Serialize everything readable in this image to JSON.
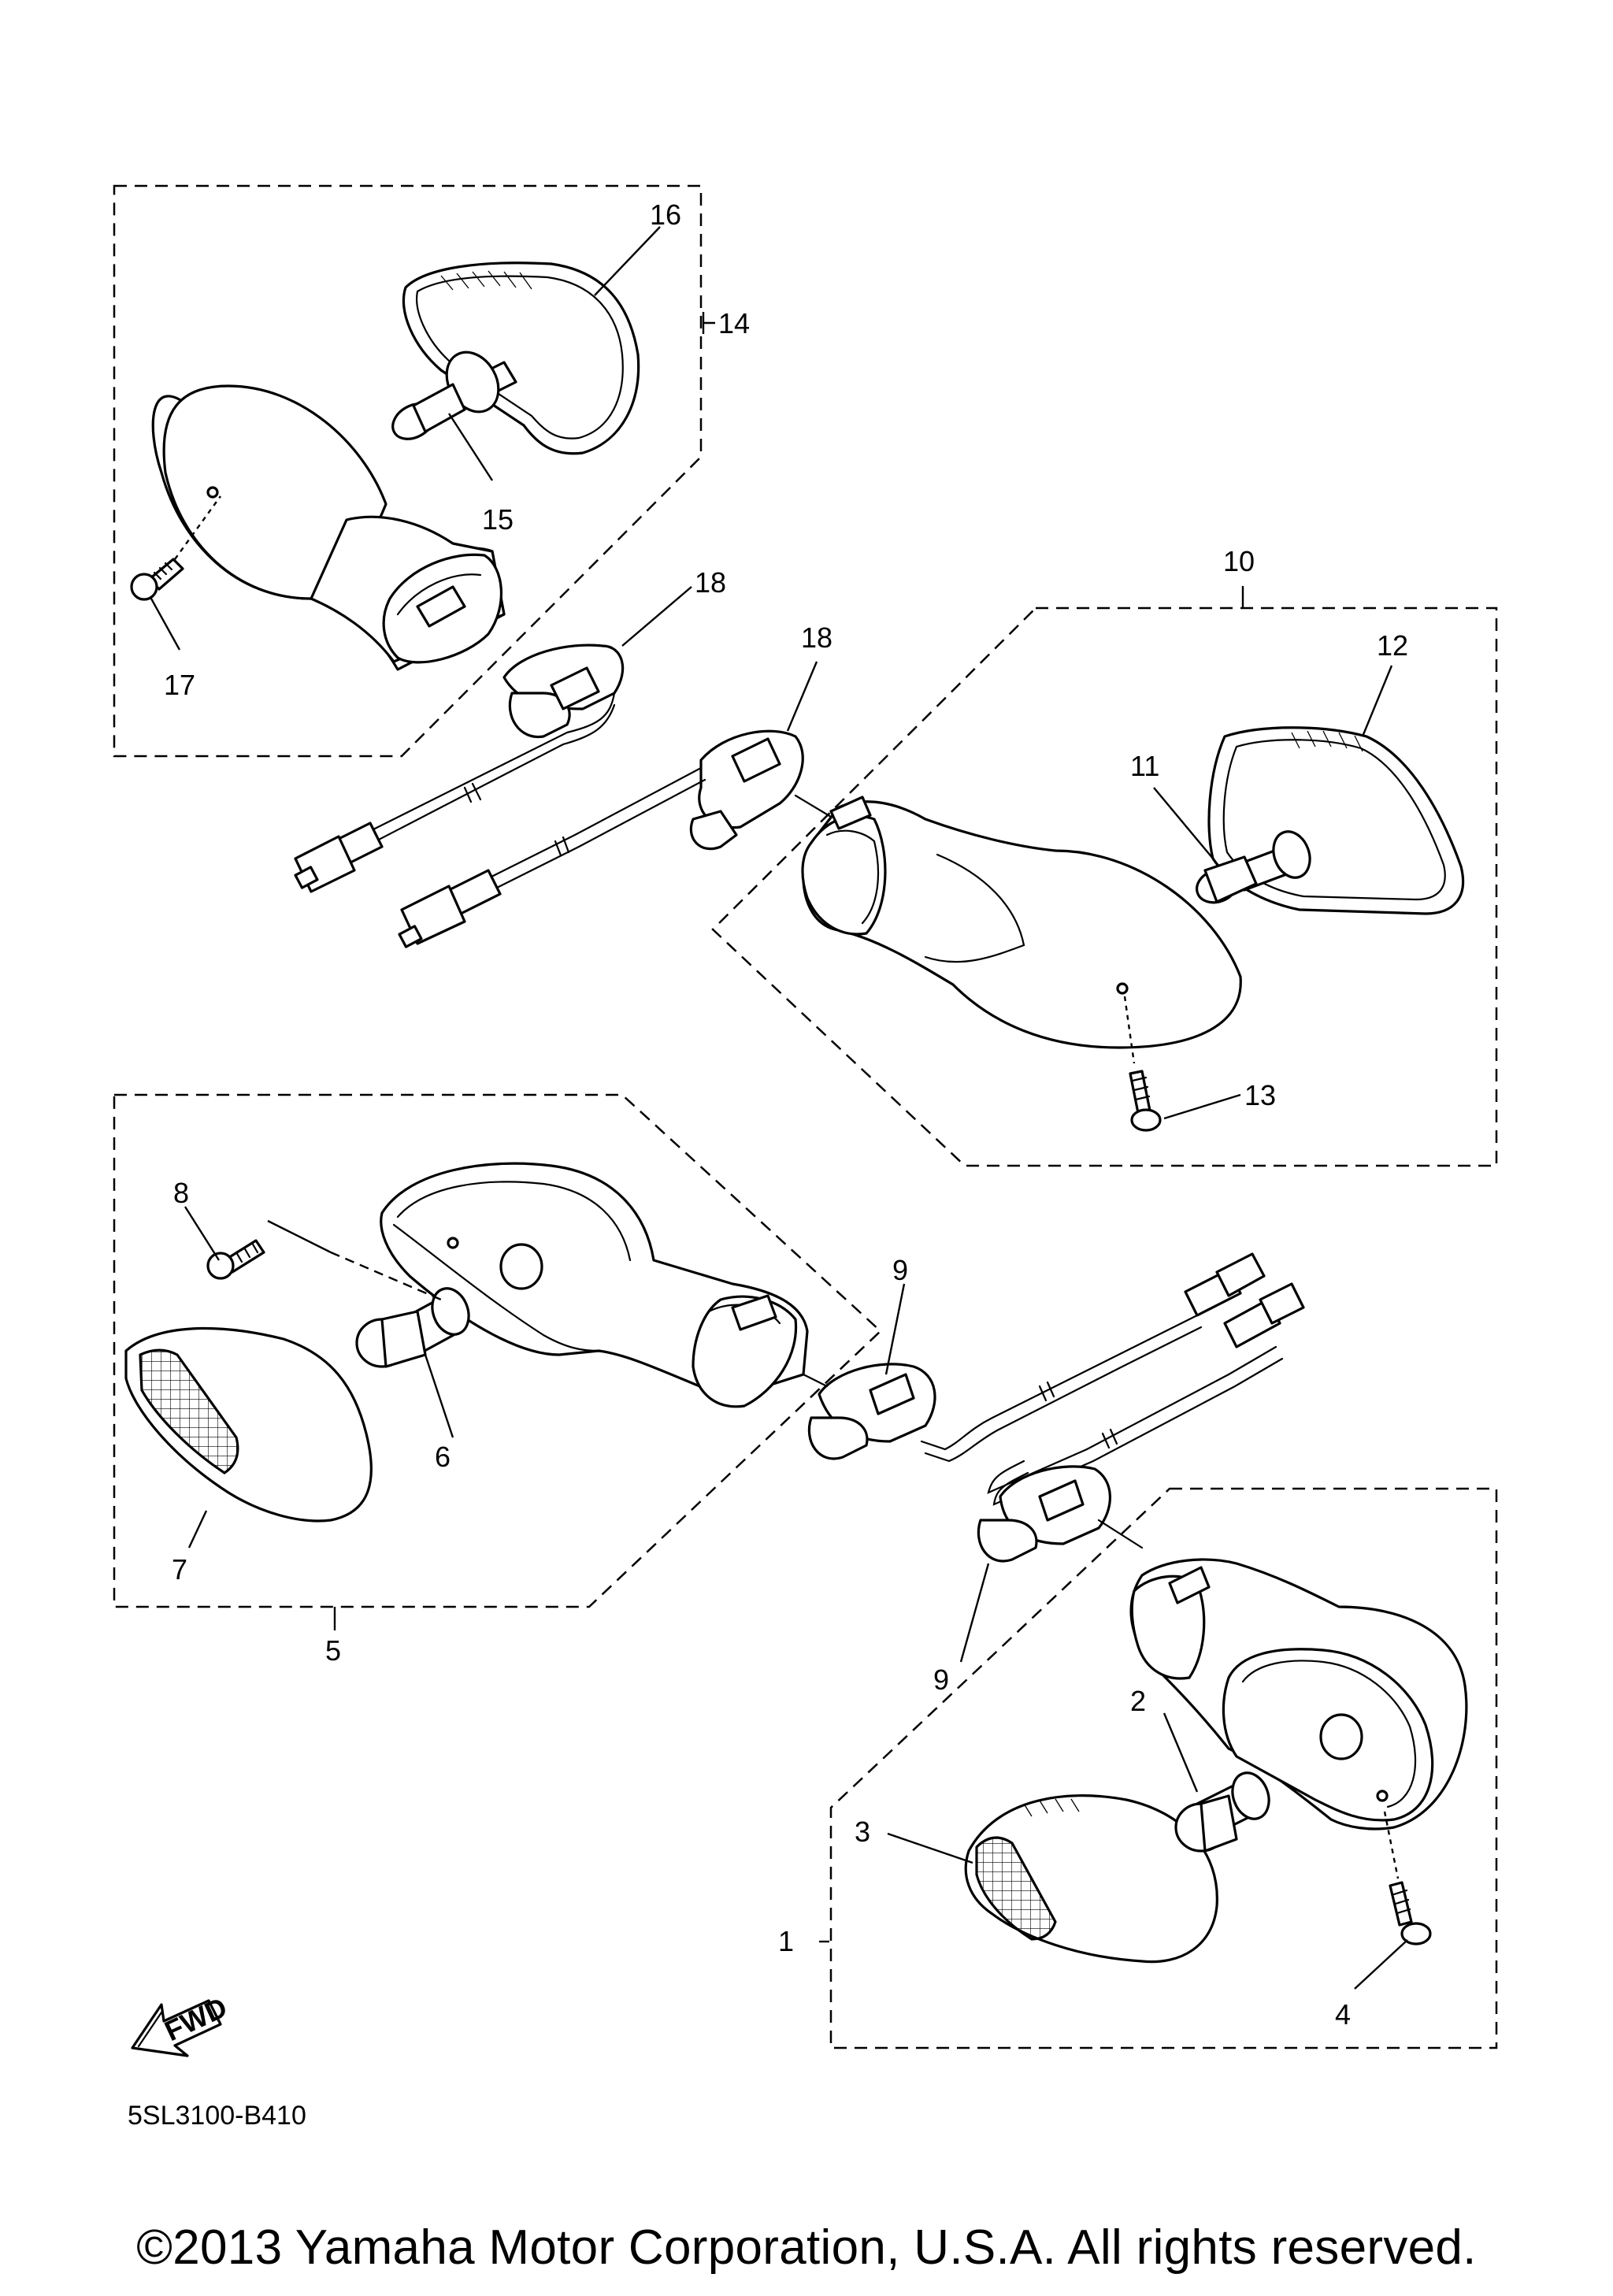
{
  "diagram": {
    "callouts": {
      "c1": "1",
      "c2": "2",
      "c3": "3",
      "c4": "4",
      "c5": "5",
      "c6": "6",
      "c7": "7",
      "c8": "8",
      "c9a": "9",
      "c9b": "9",
      "c10": "10",
      "c11": "11",
      "c12": "12",
      "c13": "13",
      "c14": "14",
      "c15": "15",
      "c16": "16",
      "c17": "17",
      "c18a": "18",
      "c18b": "18"
    },
    "fwd_label": "FWD",
    "diagram_code": "5SL3100-B410",
    "copyright": "©2013 Yamaha Motor Corporation, U.S.A. All rights reserved."
  }
}
